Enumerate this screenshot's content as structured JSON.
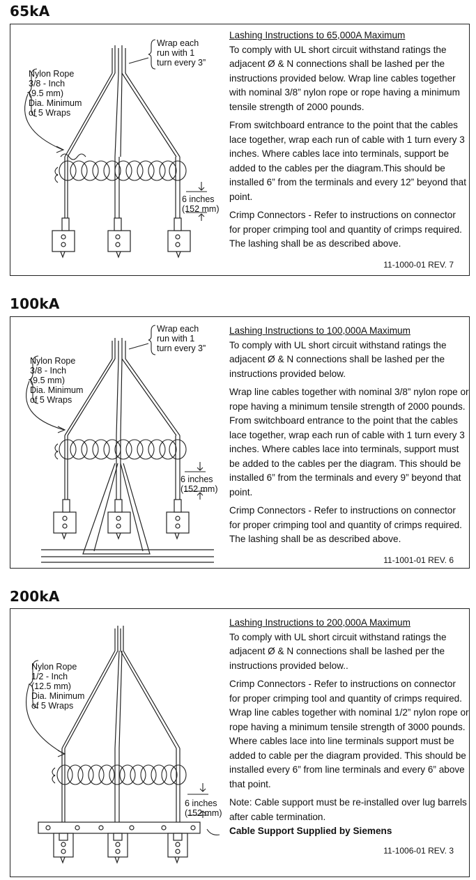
{
  "sections": [
    {
      "title": "65kA",
      "heading": "Lashing Instructions to 65,000A Maximum",
      "paragraphs": [
        "To comply with UL short circuit withstand ratings the adjacent Ø & N connections shall be lashed per the instructions provided below. Wrap line cables together with nominal 3/8” nylon rope or rope having a minimum tensile strength of 2000 pounds.",
        "From switchboard entrance to the point that the cables lace together, wrap each run of cable with 1 turn every 3 inches. Where cables lace into terminals, support be added to the cables per the diagram.This should be installed 6” from the terminals and every 12” beyond that point.",
        "Crimp Connectors - Refer to instructions on connector for proper crimping tool and quantity of crimps required. The lashing shall be as described above."
      ],
      "rev": "11-1000-01 REV. 7",
      "rope_label": [
        "Nylon Rope",
        "3/8 - Inch",
        "(9.5 mm)",
        "Dia. Minimum",
        "of 5 Wraps"
      ],
      "wrap_label": [
        "Wrap each",
        "run with 1",
        "turn every 3”"
      ],
      "dim_label": [
        "6 inches",
        "(152 mm)"
      ]
    },
    {
      "title": "100kA",
      "heading": "Lashing Instructions to 100,000A Maximum",
      "paragraphs": [
        "To comply with UL short circuit withstand ratings the adjacent Ø & N connections shall be lashed per the instructions provided below.",
        "Wrap line cables together with nominal 3/8” nylon rope or rope having a minimum tensile strength of 2000 pounds. From switchboard entrance to the point that the cables lace together, wrap each run of cable with 1 turn every 3 inches. Where cables lace into terminals, support must be added to the cables per the diagram. This should be installed 6” from the terminals and every 9” beyond that point.",
        "Crimp Connectors - Refer to instructions on connector for proper crimping tool and quantity of crimps required. The lashing shall be as described above."
      ],
      "rev": "11-1001-01 REV. 6",
      "rope_label": [
        "Nylon Rope",
        "3/8 - Inch",
        "(9.5 mm)",
        "Dia. Minimum",
        "of 5 Wraps"
      ],
      "wrap_label": [
        "Wrap each",
        "run with 1",
        "turn every 3”"
      ],
      "dim_label": [
        "6 inches",
        "(152 mm)"
      ]
    },
    {
      "title": "200kA",
      "heading": "Lashing Instructions to 200,000A Maximum",
      "paragraphs": [
        "To comply with UL short circuit withstand ratings the adjacent Ø & N connections shall be lashed per the instructions provided below..",
        "Crimp Connectors - Refer to instructions on connector for proper crimping tool and quantity of crimps required. Wrap line cables together with nominal 1/2” nylon rope or rope having a minimum tensile strength of 3000 pounds. Where cables lace into line terminals support must be added to cable per the diagram provided. This should be installed every 6” from line terminals and every 6” above that point.",
        "Note: Cable support must be re-installed over lug barrels after cable termination."
      ],
      "bold_note": "Cable Support Supplied by Siemens",
      "rev": "11-1006-01 REV. 3",
      "rope_label": [
        "Nylon Rope",
        "1/2 - Inch",
        "(12.5 mm)",
        "Dia. Minimum",
        "of 5 Wraps"
      ],
      "dim_label": [
        "6 inches",
        "(152 mm)"
      ]
    }
  ]
}
